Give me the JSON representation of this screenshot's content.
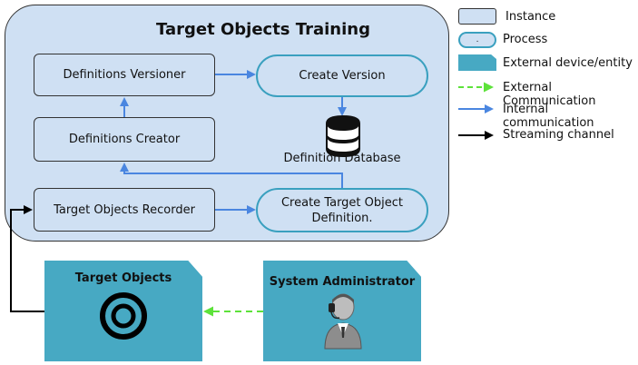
{
  "diagram": {
    "title": "Target Objects Training",
    "instances": {
      "versioner": "Definitions Versioner",
      "creator": "Definitions Creator",
      "recorder": "Target Objects Recorder"
    },
    "processes": {
      "create_version": "Create Version",
      "create_definition": "Create Target Object Definition."
    },
    "database": "Definition Database",
    "external": {
      "target_objects": "Target Objects",
      "system_admin": "System Administrator"
    }
  },
  "legend": {
    "instance": "Instance",
    "process": "Process",
    "process_dot": ".",
    "external_entity": "External device/entity",
    "external_comm": "External Communication",
    "internal_comm": "Internal communication",
    "streaming": "Streaming channel"
  },
  "colors": {
    "instance_fill": "#cfe0f3",
    "process_border": "#3aa0bf",
    "external_fill": "#47a9c3",
    "internal_arrow": "#4a86e0",
    "external_arrow": "#5de23a",
    "streaming_arrow": "#000000"
  }
}
